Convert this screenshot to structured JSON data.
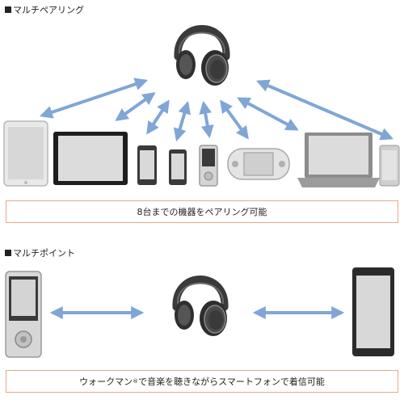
{
  "section1": {
    "heading": "マルチペアリング",
    "caption": "8台までの機器をペアリング可能"
  },
  "section2": {
    "heading": "マルチポイント",
    "caption_pre": "ウォークマン",
    "caption_reg": "®",
    "caption_post": "で音楽を聴きながらスマートフォンで着信可能"
  },
  "colors": {
    "arrow": "#7fa6d6",
    "caption_border": "#e7a989",
    "headphone": "#3a3a3a"
  },
  "icons": [
    "headphones-icon",
    "tablet-icon",
    "tv-icon",
    "smartphone-icon",
    "walkman-icon",
    "game-console-icon",
    "laptop-icon"
  ]
}
